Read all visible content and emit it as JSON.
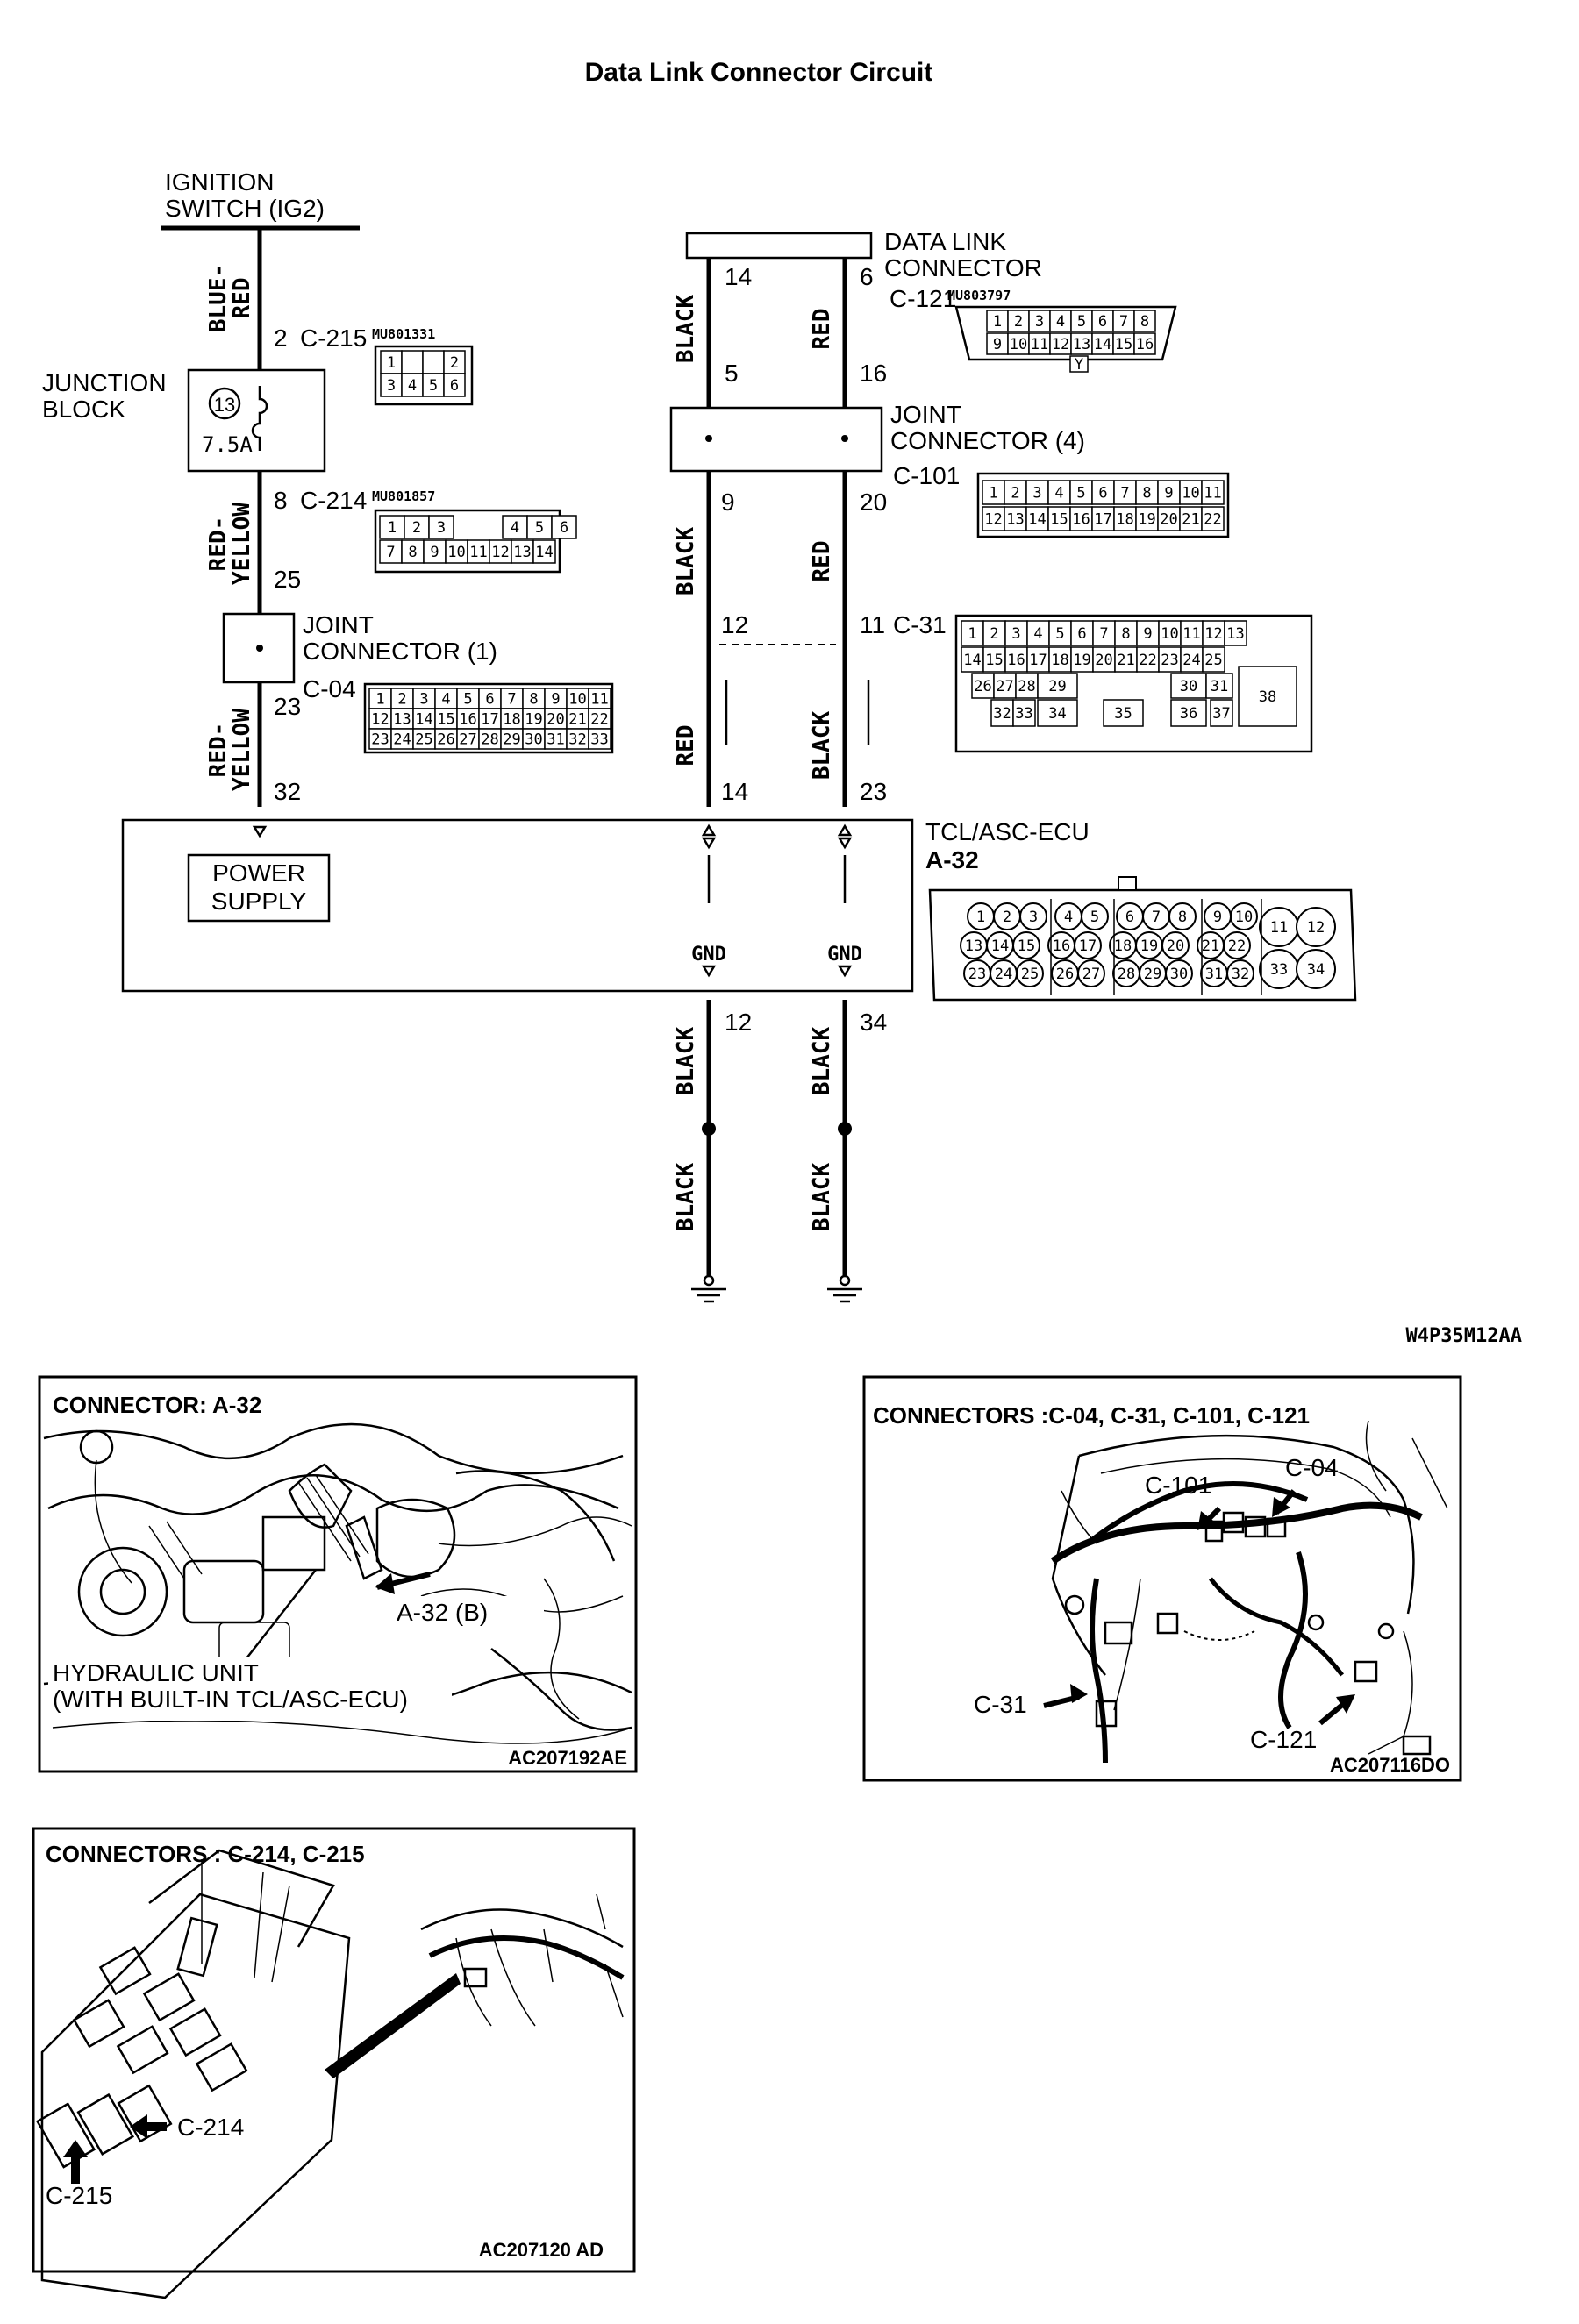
{
  "title": "Data Link Connector Circuit",
  "diagram_code": "W4P35M12AA",
  "ignition": {
    "line1": "IGNITION",
    "line2": "SWITCH (IG2)"
  },
  "junction_block": {
    "line1": "JUNCTION",
    "line2": "BLOCK",
    "fuse_no": "13",
    "fuse_rating": "7.5A"
  },
  "joint_connector_1": {
    "line1": "JOINT",
    "line2": "CONNECTOR (1)"
  },
  "joint_connector_4": {
    "line1": "JOINT",
    "line2": "CONNECTOR (4)"
  },
  "dlc": {
    "line1": "DATA LINK",
    "line2": "CONNECTOR",
    "id": "C-121",
    "part": "MU803797"
  },
  "ecu": {
    "name": "TCL/ASC-ECU",
    "id": "A-32",
    "power_supply_1": "POWER",
    "power_supply_2": "SUPPLY",
    "gnd_label": "GND"
  },
  "connectors": {
    "c215": {
      "id": "C-215",
      "part": "MU801331",
      "pin": "2"
    },
    "c214": {
      "id": "C-214",
      "part": "MU801857",
      "pin": "8"
    },
    "c04": {
      "id": "C-04"
    },
    "c101": {
      "id": "C-101"
    },
    "c31": {
      "id": "C-31"
    }
  },
  "wires": {
    "blue_red": "BLUE-\nRED",
    "red_yellow": "RED-\nYELLOW",
    "black": "BLACK",
    "red": "RED"
  },
  "pins": {
    "jb_in": "2",
    "jb_out": "8",
    "jc1_in": "25",
    "jc1_out": "23",
    "ecu_pwr": "32",
    "dlc_l": "14",
    "dlc_r": "6",
    "jc4_l_in": "5",
    "jc4_r_in": "16",
    "jc4_l_out": "9",
    "jc4_r_out": "20",
    "c31_l": "12",
    "c31_r": "11",
    "ecu_l": "14",
    "ecu_r": "23",
    "gnd_l": "12",
    "gnd_r": "34"
  },
  "connector_grids": {
    "c215": [
      "1",
      "2",
      "3",
      "4",
      "5",
      "6"
    ],
    "c214": [
      "1",
      "2",
      "3",
      "4",
      "5",
      "6",
      "7",
      "8",
      "9",
      "10",
      "11",
      "12",
      "13",
      "14"
    ],
    "c121": [
      "1",
      "2",
      "3",
      "4",
      "5",
      "6",
      "7",
      "8",
      "9",
      "10",
      "11",
      "12",
      "13",
      "14",
      "15",
      "16"
    ],
    "c121_key": "Y",
    "c04": [
      "1",
      "2",
      "3",
      "4",
      "5",
      "6",
      "7",
      "8",
      "9",
      "10",
      "11",
      "12",
      "13",
      "14",
      "15",
      "16",
      "17",
      "18",
      "19",
      "20",
      "21",
      "22",
      "23",
      "24",
      "25",
      "26",
      "27",
      "28",
      "29",
      "30",
      "31",
      "32",
      "33"
    ],
    "c101": [
      "1",
      "2",
      "3",
      "4",
      "5",
      "6",
      "7",
      "8",
      "9",
      "10",
      "11",
      "12",
      "13",
      "14",
      "15",
      "16",
      "17",
      "18",
      "19",
      "20",
      "21",
      "22"
    ],
    "c31_row1": [
      "1",
      "2",
      "3",
      "4",
      "5",
      "6",
      "7",
      "8",
      "9",
      "10",
      "11",
      "12",
      "13"
    ],
    "c31_row2": [
      "14",
      "15",
      "16",
      "17",
      "18",
      "19",
      "20",
      "21",
      "22",
      "23",
      "24",
      "25"
    ],
    "c31_row3": [
      "26",
      "27",
      "28",
      "29",
      "30",
      "31"
    ],
    "c31_row4": [
      "32",
      "33",
      "34",
      "35",
      "36",
      "37"
    ],
    "c31_big": "38",
    "a32_row1": [
      "1",
      "2",
      "3",
      "4",
      "5",
      "6",
      "7",
      "8",
      "9",
      "10"
    ],
    "a32_row2": [
      "13",
      "14",
      "15",
      "16",
      "17",
      "18",
      "19",
      "20",
      "21",
      "22"
    ],
    "a32_row3": [
      "23",
      "24",
      "25",
      "26",
      "27",
      "28",
      "29",
      "30",
      "31",
      "32"
    ],
    "a32_big": [
      "11",
      "12",
      "33",
      "34"
    ]
  },
  "photos": {
    "a32": {
      "title": "CONNECTOR: A-32",
      "callout": "A-32 (B)",
      "label1": "HYDRAULIC UNIT",
      "label2": "(WITH BUILT-IN TCL/ASC-ECU)",
      "code": "AC207192AE"
    },
    "multi": {
      "title": "CONNECTORS :C-04, C-31, C-101, C-121",
      "c101": "C-101",
      "c04": "C-04",
      "c31": "C-31",
      "c121": "C-121",
      "code": "AC207116DO"
    },
    "c214": {
      "title": "CONNECTORS : C-214, C-215",
      "c214": "C-214",
      "c215": "C-215",
      "code": "AC207120 AD"
    }
  }
}
